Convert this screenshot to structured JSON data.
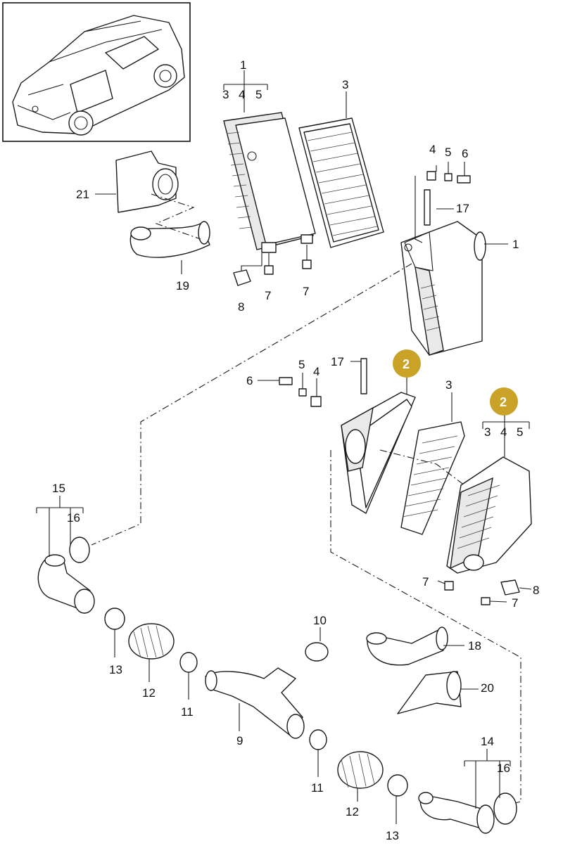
{
  "diagram": {
    "callouts": {
      "top_1": "1",
      "top_1_sub": [
        "3",
        "4",
        "5"
      ],
      "top_3": "3",
      "top_4": "4",
      "top_5": "5",
      "top_6": "6",
      "top_17": "17",
      "top_right_1": "1",
      "top_21": "21",
      "top_19": "19",
      "top_8": "8",
      "top_7a": "7",
      "top_7b": "7",
      "mid_17": "17",
      "mid_5": "5",
      "mid_4": "4",
      "mid_6": "6",
      "mid_3": "3",
      "mid_2a": "2",
      "mid_2b": "2",
      "mid_2b_sub": [
        "3",
        "4",
        "5"
      ],
      "mid_7a": "7",
      "mid_7b": "7",
      "mid_8": "8",
      "left_15": "15",
      "left_16": "16",
      "left_13": "13",
      "left_12": "12",
      "left_11": "11",
      "center_10": "10",
      "center_9": "9",
      "center_11": "11",
      "center_12": "12",
      "center_13": "13",
      "right_18": "18",
      "right_20": "20",
      "right_14": "14",
      "right_16": "16"
    },
    "badge_color": "#c9a227"
  }
}
